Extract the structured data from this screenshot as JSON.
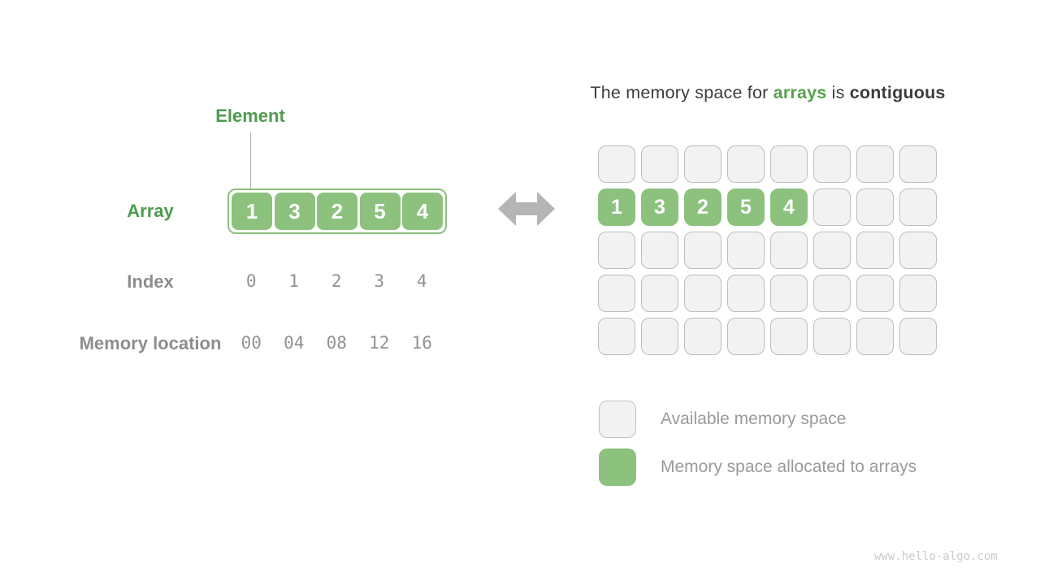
{
  "colors": {
    "green_fill": "#8CC17E",
    "green_text": "#509A4E",
    "label_gray": "#8d8d8d",
    "value_gray": "#929292",
    "dark_text": "#3d3d3d",
    "cell_gray_fill": "#f2f2f2",
    "cell_gray_border": "#bdbdbd",
    "arrow_gray": "#b5b5b5",
    "watermark_gray": "#cbcbcb"
  },
  "left": {
    "element_label": "Element",
    "array_label": "Array",
    "array_values": [
      "1",
      "3",
      "2",
      "5",
      "4"
    ],
    "index_label": "Index",
    "index_values": [
      "0",
      "1",
      "2",
      "3",
      "4"
    ],
    "memory_label": "Memory location",
    "memory_values": [
      "00",
      "04",
      "08",
      "12",
      "16"
    ]
  },
  "title": {
    "prefix": "The memory space for ",
    "highlight": "arrays",
    "middle": " is ",
    "emphasis": "contiguous"
  },
  "memory_grid": {
    "rows": 5,
    "cols": 8,
    "allocated_row": 1,
    "allocated_start_col": 0,
    "allocated_values": [
      "1",
      "3",
      "2",
      "5",
      "4"
    ]
  },
  "legend": {
    "available_label": "Available memory space",
    "allocated_label": "Memory space allocated to arrays"
  },
  "watermark": "www.hello-algo.com"
}
